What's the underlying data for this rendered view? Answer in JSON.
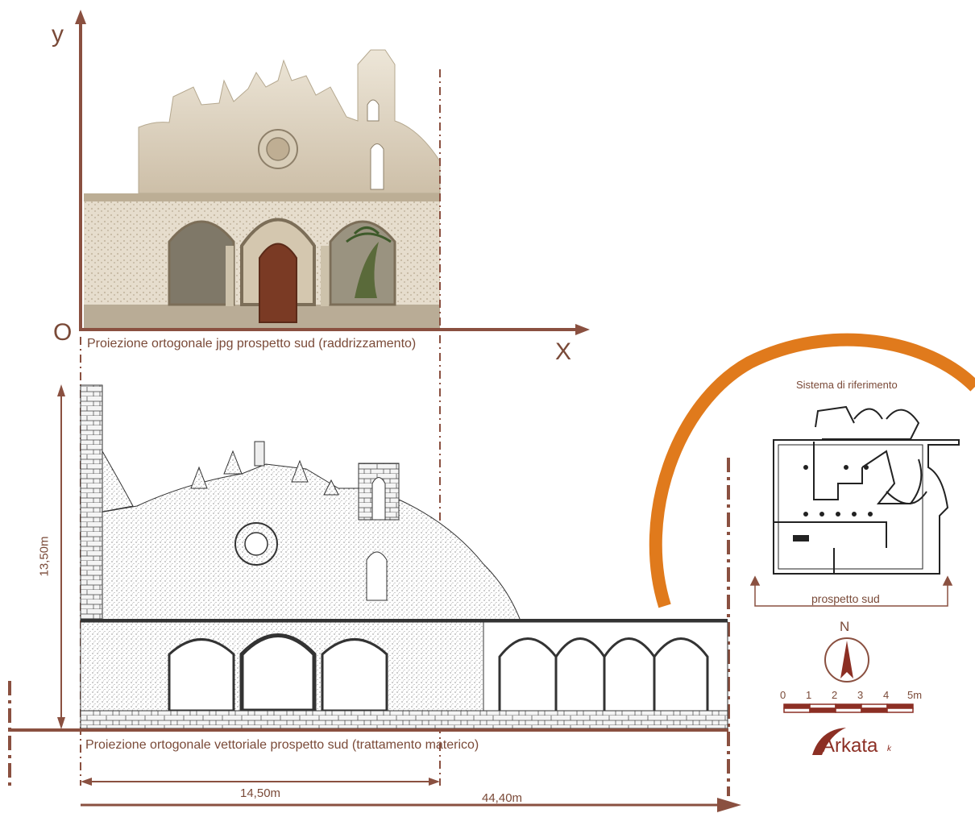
{
  "axes": {
    "y_label": "y",
    "x_label": "X",
    "origin_label": "O"
  },
  "captions": {
    "photo": "Proiezione ortogonale jpg prospetto sud (raddrizzamento)",
    "vector": "Proiezione ortogonale vettoriale prospetto sud (trattamento materico)"
  },
  "dimensions": {
    "height": "13,50m",
    "width_photo": "14,50m",
    "width_total": "44,40m"
  },
  "reference": {
    "title": "Sistema di riferimento",
    "elevation_label": "prospetto sud",
    "north": "N",
    "scale_ticks": [
      "0",
      "1",
      "2",
      "3",
      "4",
      "5m"
    ]
  },
  "brand": {
    "name": "Arkata",
    "mark": "k"
  },
  "colors": {
    "brown": "#8a5040",
    "orange": "#e07a1c",
    "stone": "#c9bfae",
    "dark": "#8c2f24"
  }
}
